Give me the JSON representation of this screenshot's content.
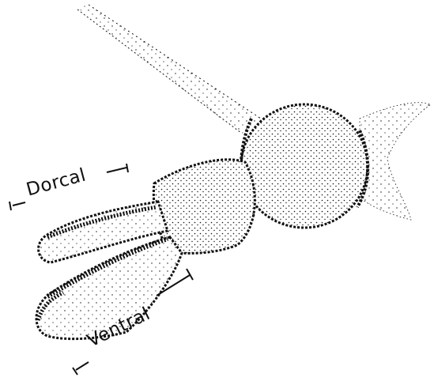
{
  "illustration": {
    "kind": "stippled scientific drawing",
    "ink_color": "#111111",
    "background_color": "#ffffff"
  },
  "labels": {
    "dorsal": "Dorcal",
    "ventral": "Ventral"
  }
}
